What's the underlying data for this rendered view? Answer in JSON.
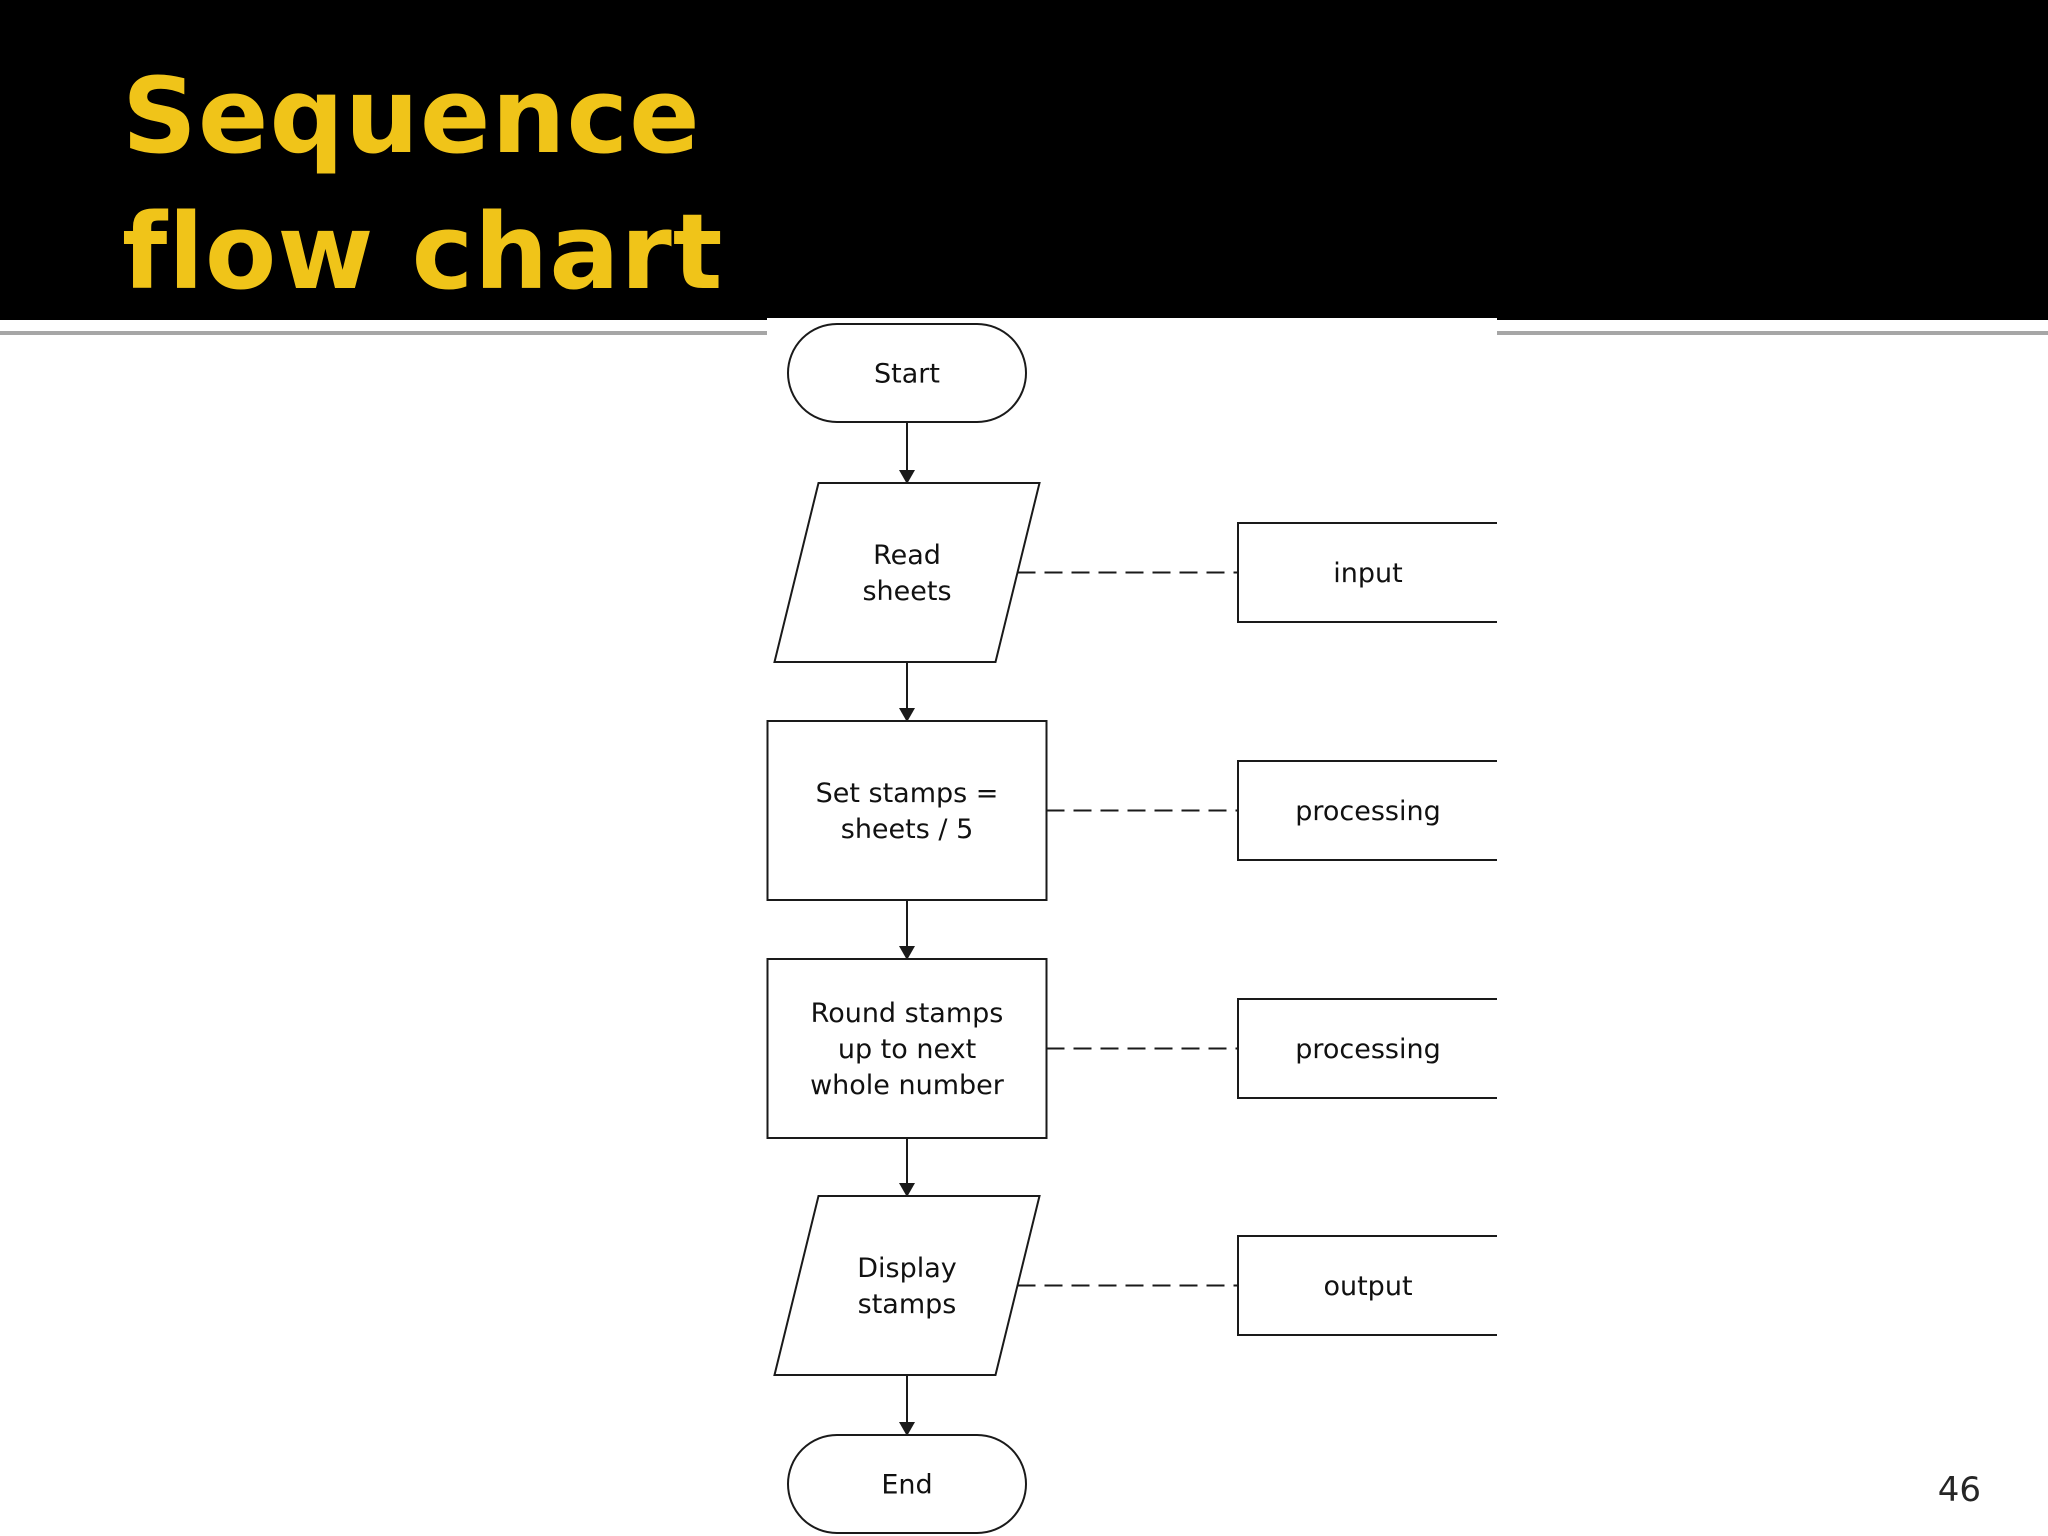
{
  "slide": {
    "title_lines": [
      "Sequence",
      "flow chart"
    ],
    "page_number": "46"
  },
  "colors": {
    "header_background": "#000000",
    "title_text": "#f0c419",
    "rule": "#a6a6a6",
    "diagram_stroke": "#1a1a1a",
    "diagram_text": "#111111"
  },
  "diagram": {
    "nodes": [
      {
        "id": "start",
        "shape": "terminator",
        "lines": [
          "Start"
        ]
      },
      {
        "id": "read-sheets",
        "shape": "parallelogram",
        "lines": [
          "Read",
          "sheets"
        ]
      },
      {
        "id": "set-stamps",
        "shape": "rectangle",
        "lines": [
          "Set stamps =",
          "sheets / 5"
        ]
      },
      {
        "id": "round-stamps",
        "shape": "rectangle",
        "lines": [
          "Round stamps",
          "up to next",
          "whole number"
        ]
      },
      {
        "id": "display-stamps",
        "shape": "parallelogram",
        "lines": [
          "Display",
          "stamps"
        ]
      },
      {
        "id": "end",
        "shape": "terminator",
        "lines": [
          "End"
        ]
      }
    ],
    "flow": [
      {
        "from": "start",
        "to": "read-sheets"
      },
      {
        "from": "read-sheets",
        "to": "set-stamps"
      },
      {
        "from": "set-stamps",
        "to": "round-stamps"
      },
      {
        "from": "round-stamps",
        "to": "display-stamps"
      },
      {
        "from": "display-stamps",
        "to": "end"
      }
    ],
    "annotations": [
      {
        "node": "read-sheets",
        "label": "input"
      },
      {
        "node": "set-stamps",
        "label": "processing"
      },
      {
        "node": "round-stamps",
        "label": "processing"
      },
      {
        "node": "display-stamps",
        "label": "output"
      }
    ]
  }
}
